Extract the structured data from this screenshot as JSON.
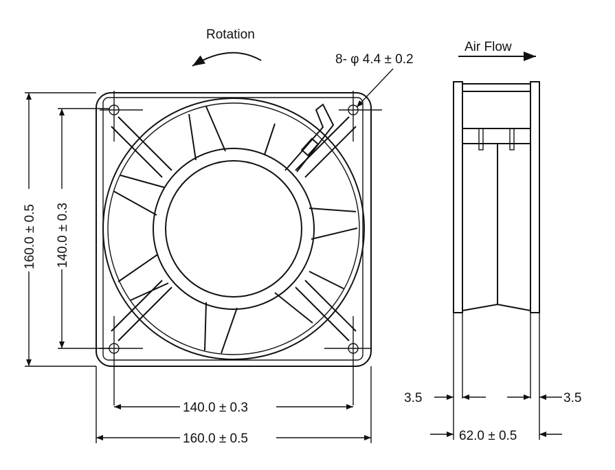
{
  "labels": {
    "rotation": "Rotation",
    "hole_spec": "8- φ 4.4 ± 0.2",
    "air_flow": "Air Flow",
    "height_outer": "160.0 ± 0.5",
    "height_inner": "140.0 ± 0.3",
    "width_inner": "140.0 ± 0.3",
    "width_outer": "160.0 ± 0.5",
    "flange_left": "3.5",
    "flange_right": "3.5",
    "depth": "62.0 ± 0.5"
  },
  "colors": {
    "line": "#111111",
    "background": "#ffffff"
  }
}
